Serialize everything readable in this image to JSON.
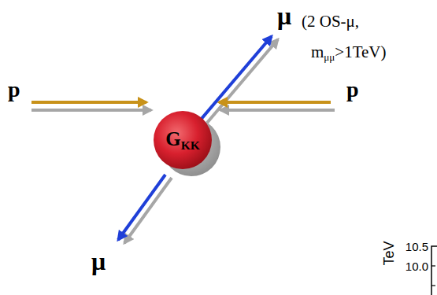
{
  "diagram": {
    "nodes": [
      {
        "text": [
          "GKK"
        ]
      }
    ],
    "labels": [
      "p",
      "p",
      "μ",
      "(2 OS-μ, mμμ>1TeV)",
      "μ",
      "TeV",
      "10.5",
      "10.0"
    ]
  }
}
